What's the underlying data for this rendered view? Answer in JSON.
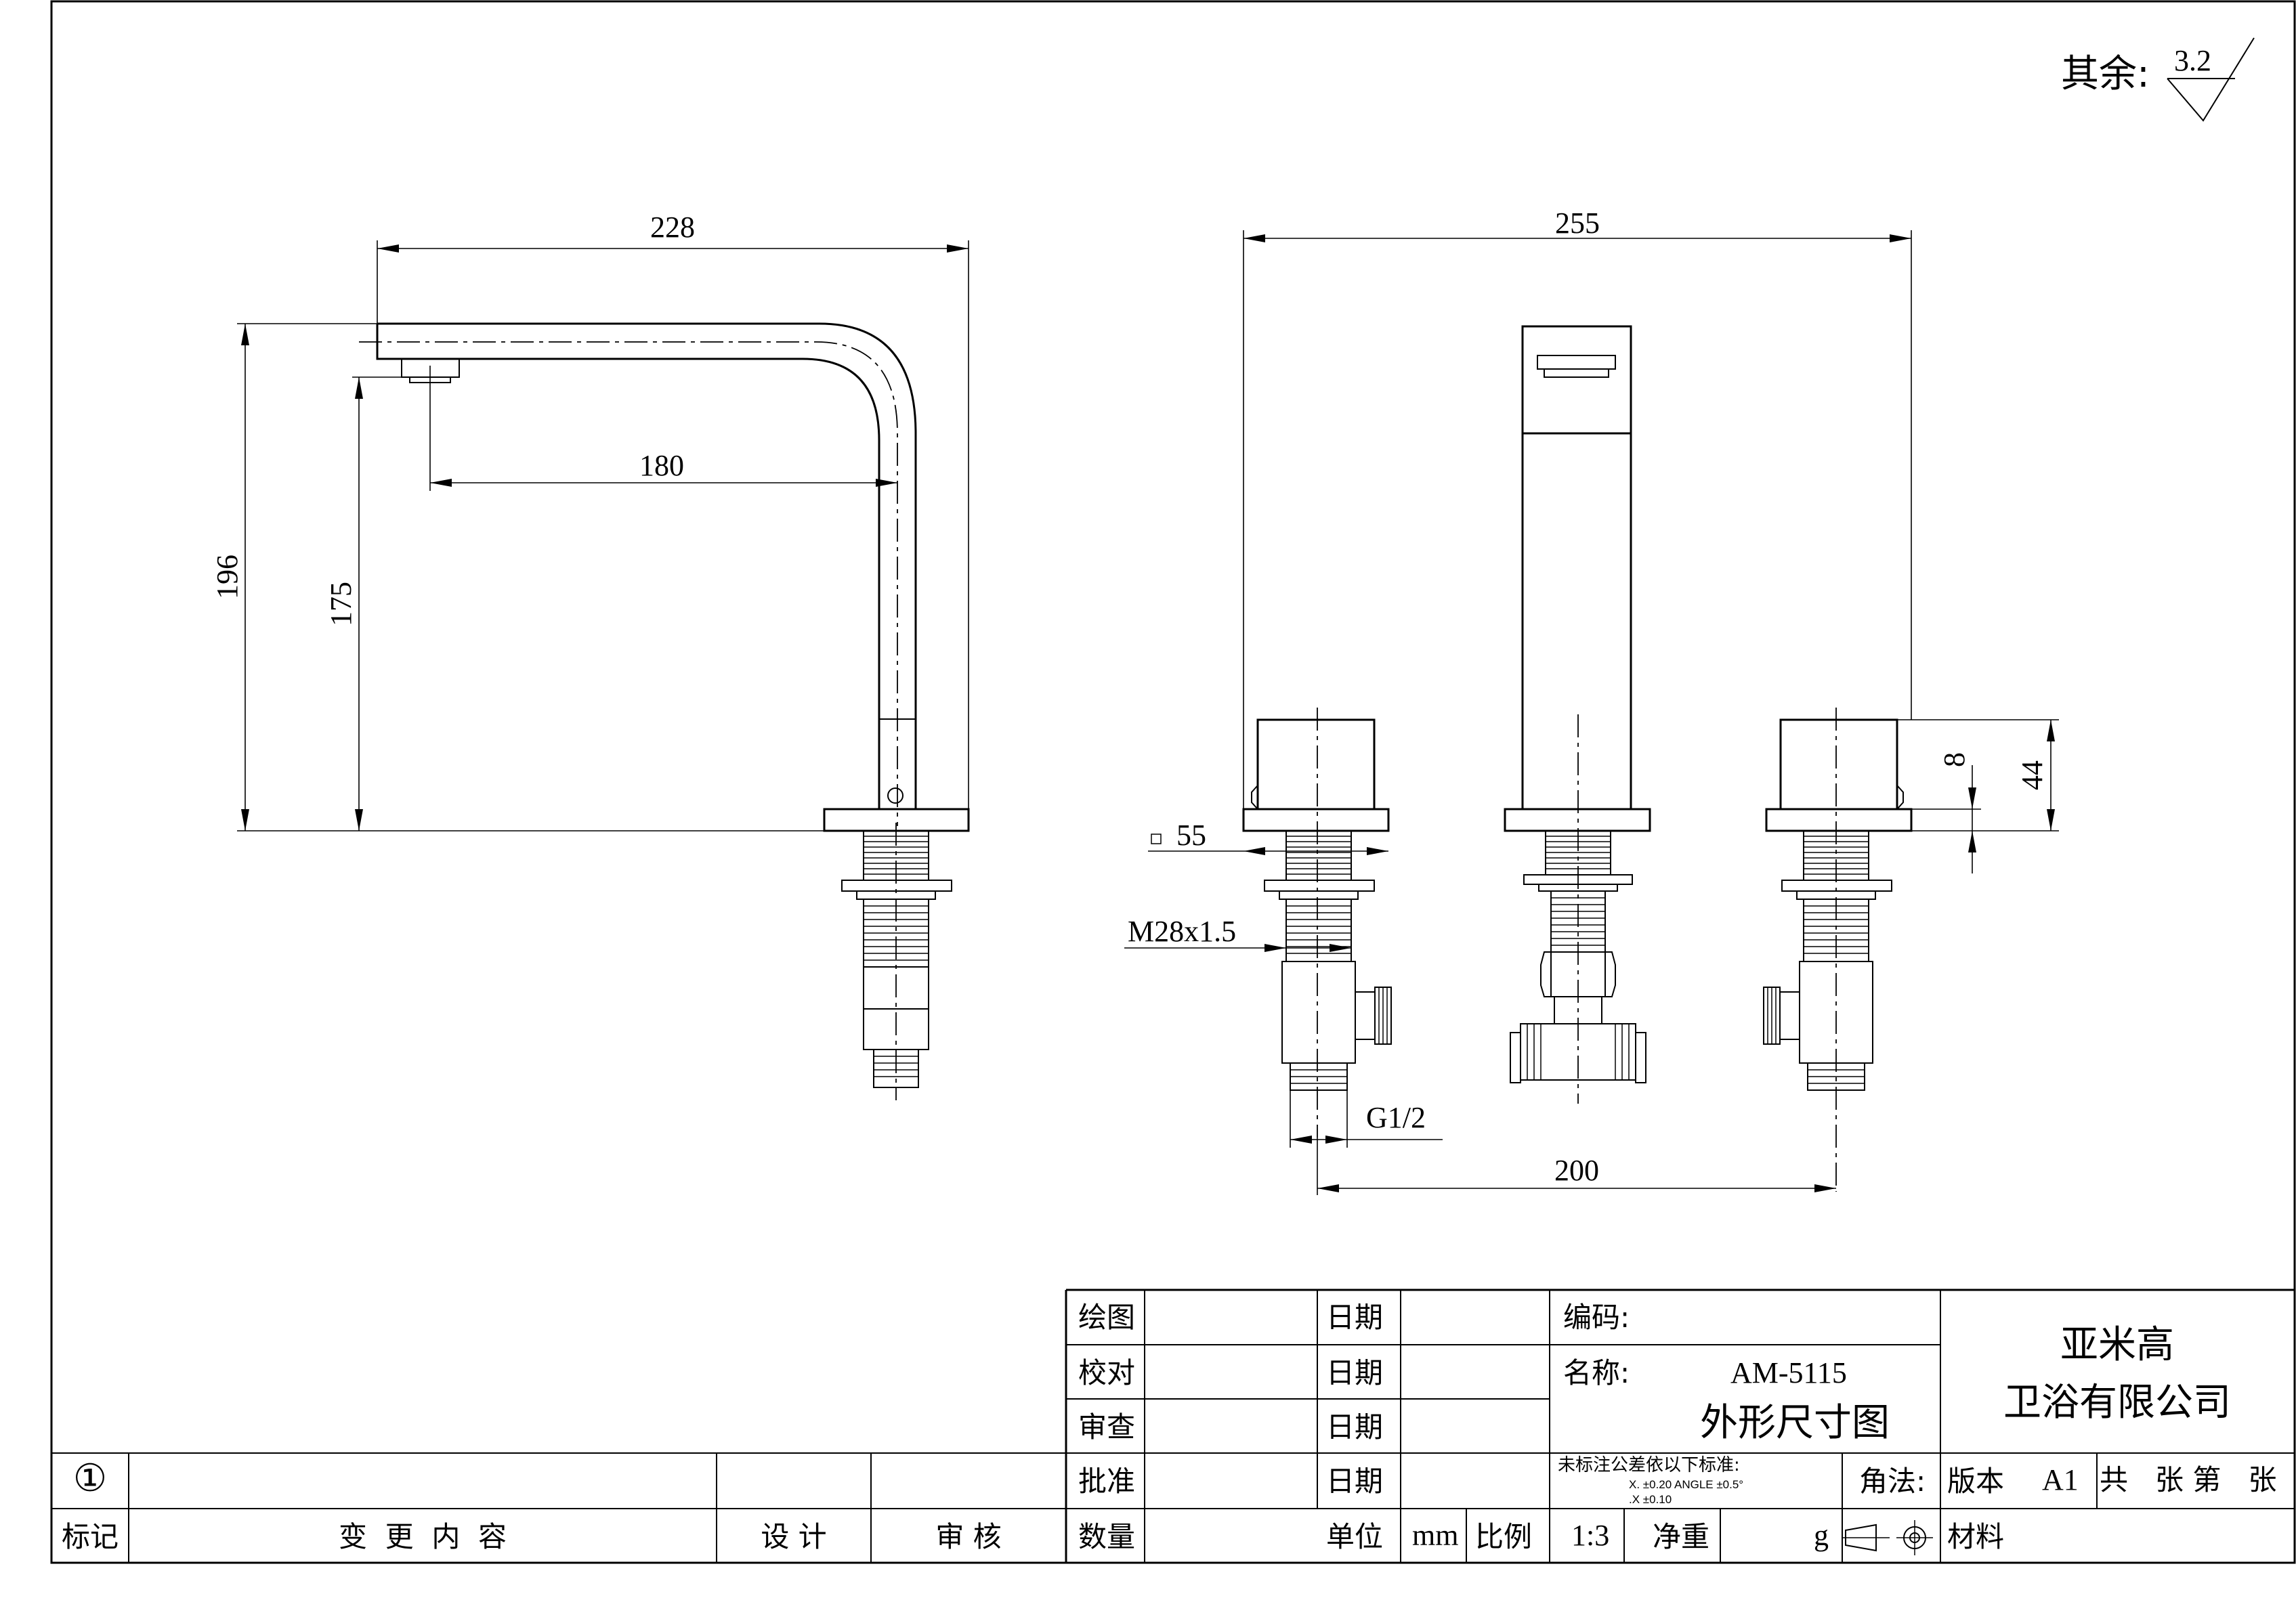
{
  "surface_roughness": {
    "label": "其余:",
    "value": "3.2"
  },
  "side_view": {
    "dims": {
      "overall_reach": "228",
      "spout_reach": "180",
      "overall_height": "196",
      "spout_height": "175"
    }
  },
  "front_view": {
    "dims": {
      "overall_width": "255",
      "handle_square": "55",
      "thread": "M28x1.5",
      "inlet_thread": "G1/2",
      "center_distance": "200",
      "flange_thickness": "8",
      "handle_height": "44"
    }
  },
  "title_block": {
    "row_labels": [
      "绘图",
      "校对",
      "审查",
      "批准",
      "数量"
    ],
    "date_label": "日期",
    "code_label": "编码:",
    "name_label": "名称:",
    "model": "AM-5115",
    "drawing_title": "外形尺寸图",
    "company_line1": "亚米高",
    "company_line2": "卫浴有限公司",
    "tolerance": {
      "title": "未标注公差依以下标准:",
      "line1": "X.         ±0.20   ANGLE   ±0.5°",
      "line2": ".X        ±0.10"
    },
    "angle_label": "角法:",
    "version_label": "版本",
    "version": "A1",
    "sheets": "共   张 第   张",
    "unit_label": "单位",
    "unit": "mm",
    "scale_label": "比例",
    "scale": "1:3",
    "weight_label": "净重",
    "weight_unit": "g",
    "material_label": "材料"
  },
  "revision_block": {
    "rev_mark": "①",
    "headers": [
      "标记",
      "变  更  内  容",
      "设 计",
      "审 核"
    ]
  }
}
